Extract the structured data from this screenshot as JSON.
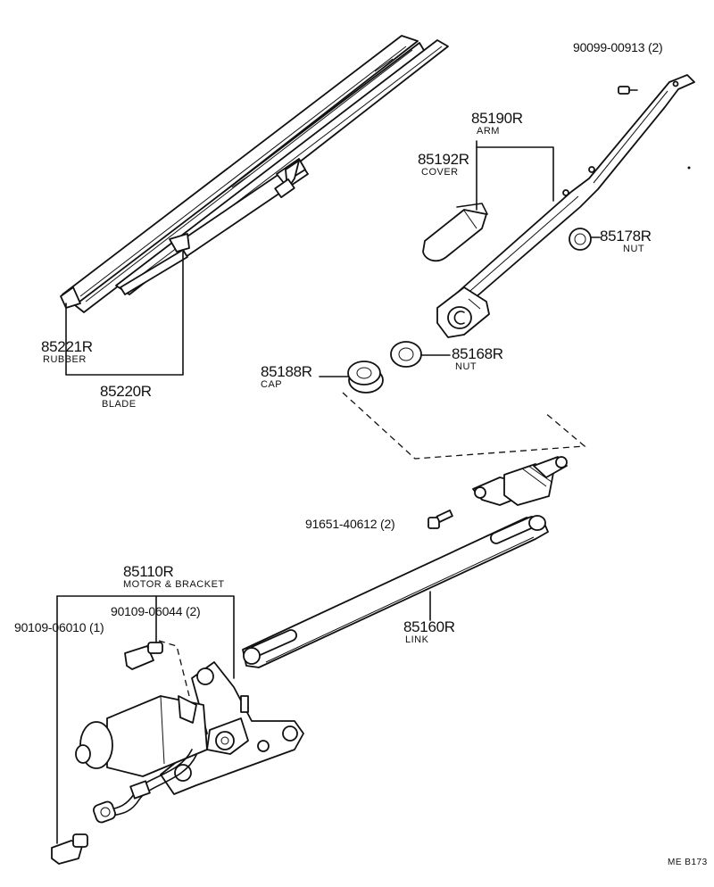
{
  "labels": {
    "p_90099": "90099-00913 (2)",
    "p_85190": "85190R",
    "n_85190": "ARM",
    "p_85192": "85192R",
    "n_85192": "COVER",
    "p_85178": "85178R",
    "n_85178": "NUT",
    "p_85168": "85168R",
    "n_85168": "NUT",
    "p_85188": "85188R",
    "n_85188": "CAP",
    "p_85221": "85221R",
    "n_85221": "RUBBER",
    "p_85220": "85220R",
    "n_85220": "BLADE",
    "p_91651": "91651-40612 (2)",
    "p_85110": "85110R",
    "n_85110": "MOTOR & BRACKET",
    "p_90109_06044": "90109-06044 (2)",
    "p_90109_06010": "90109-06010 (1)",
    "p_85160": "85160R",
    "n_85160": "LINK",
    "code": "ME  B173"
  }
}
